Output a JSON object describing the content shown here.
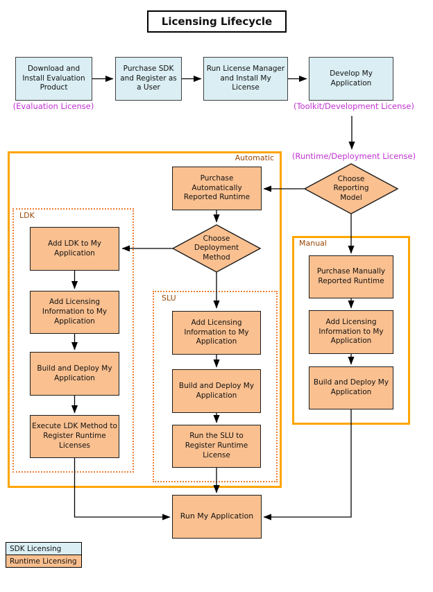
{
  "title": "Licensing Lifecycle",
  "sdk_flow": {
    "steps": [
      "Download and Install Evaluation Product",
      "Purchase SDK and Register as a User",
      "Run License Manager and Install My License",
      "Develop My Application"
    ]
  },
  "license_notes": {
    "evaluation": "(Evaluation License)",
    "toolkit": "(Toolkit/Development License)",
    "runtime": "(Runtime/Deployment License)"
  },
  "decisions": {
    "reporting": "Choose Reporting Model",
    "deployment": "Choose Deployment Method"
  },
  "groups": {
    "automatic": {
      "label": "Automatic",
      "purchase": "Purchase Automatically Reported Runtime"
    },
    "ldk": {
      "label": "LDK",
      "steps": [
        "Add LDK to My Application",
        "Add Licensing Information to My Application",
        "Build and Deploy My Application",
        "Execute LDK Method to Register Runtime Licenses"
      ]
    },
    "slu": {
      "label": "SLU",
      "steps": [
        "Add Licensing Information to My Application",
        "Build and Deploy My Application",
        "Run the SLU to Register Runtime License"
      ]
    },
    "manual": {
      "label": "Manual",
      "steps": [
        "Purchase Manually Reported Runtime",
        "Add Licensing Information to My Application",
        "Build and Deploy My Application"
      ]
    }
  },
  "final_step": "Run My Application",
  "legend": {
    "sdk": "SDK Licensing",
    "runtime": "Runtime Licensing"
  },
  "colors": {
    "sdk_fill": "#DAEEF3",
    "runtime_fill": "#FAC090",
    "group_border": "#FFA500",
    "dotted_border": "#ED7D31",
    "group_label_text": "#974706",
    "license_text": "#C030D0"
  }
}
